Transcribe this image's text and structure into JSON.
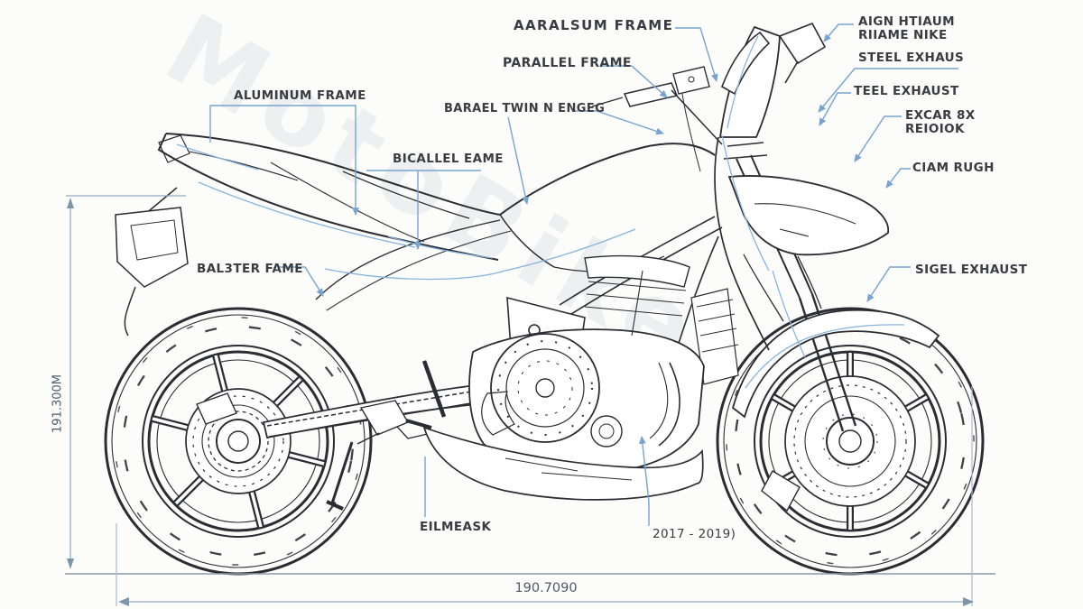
{
  "diagram": {
    "type": "motorcycle-technical-line-drawing",
    "colors": {
      "line": "#2c2c34",
      "leader_blue": "#76a3cf",
      "accent_blue": "#86b4de",
      "label_text": "#3b3b43",
      "dimension_text": "#4e5a66",
      "dimension_line": "#93a9bd",
      "background": "#fcfcfb"
    },
    "watermark": "MotoBike"
  },
  "labels": {
    "aluminum_frame": "ALUMINUM FRAME",
    "aaralsum_frame": "AARALSUM FRAME",
    "parallel_frame": "PARALLEL FRAME",
    "barael_twin": "BARAEL TWIN N ENGEG",
    "bicallel_eame": "BICALLEL EAME",
    "balster_fame": "BAL3TER FAME",
    "aign_htiaum_line1": "AIGN HTIAUM",
    "aign_htiaum_line2": "RIIAME NIKE",
    "steel_exhaus": "STEEL EXHAUS",
    "teel_exhaust": "TEEL EXHAUST",
    "excar_line1": "EXCAR 8X",
    "excar_line2": "REIOIOK",
    "ciam_rugh": "CIAM RUGH",
    "sigel_exhaust": "SIGEL EXHAUST",
    "eilmeask": "EILMEASK",
    "model_years": "2017 - 2019)"
  },
  "dimensions": {
    "height": "191.300M",
    "length": "190.7090"
  }
}
